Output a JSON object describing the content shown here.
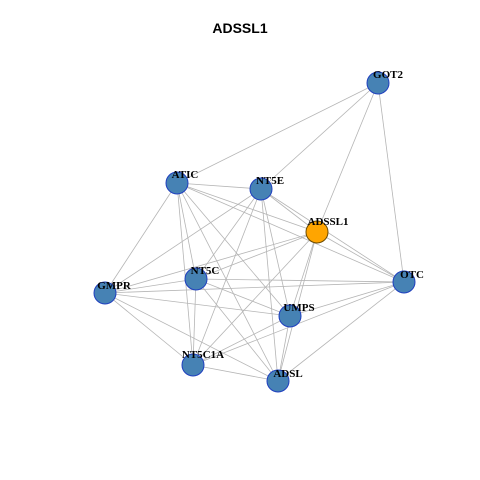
{
  "title": "ADSSL1",
  "colors": {
    "node_default_fill": "#4682B4",
    "node_default_stroke": "#1f3fbf",
    "node_focus_fill": "#FFA500",
    "node_focus_stroke": "#6b4a00",
    "edge": "#b5b5b5"
  },
  "nodes": [
    {
      "id": "GOT2",
      "label": "GOT2",
      "focus": false
    },
    {
      "id": "ATIC",
      "label": "ATIC",
      "focus": false
    },
    {
      "id": "NT5E",
      "label": "NT5E",
      "focus": false
    },
    {
      "id": "ADSSL1",
      "label": "ADSSL1",
      "focus": true
    },
    {
      "id": "OTC",
      "label": "OTC",
      "focus": false
    },
    {
      "id": "GMPR",
      "label": "GMPR",
      "focus": false
    },
    {
      "id": "NT5C",
      "label": "NT5C",
      "focus": false
    },
    {
      "id": "UMPS",
      "label": "UMPS",
      "focus": false
    },
    {
      "id": "NT5C1A",
      "label": "NT5C1A",
      "focus": false
    },
    {
      "id": "ADSL",
      "label": "ADSL",
      "focus": false
    }
  ],
  "edges": [
    [
      "GOT2",
      "ATIC"
    ],
    [
      "GOT2",
      "NT5E"
    ],
    [
      "GOT2",
      "ADSSL1"
    ],
    [
      "GOT2",
      "OTC"
    ],
    [
      "ATIC",
      "NT5E"
    ],
    [
      "ATIC",
      "ADSSL1"
    ],
    [
      "ATIC",
      "GMPR"
    ],
    [
      "ATIC",
      "NT5C"
    ],
    [
      "ATIC",
      "UMPS"
    ],
    [
      "ATIC",
      "NT5C1A"
    ],
    [
      "ATIC",
      "ADSL"
    ],
    [
      "ATIC",
      "OTC"
    ],
    [
      "NT5E",
      "ADSSL1"
    ],
    [
      "NT5E",
      "GMPR"
    ],
    [
      "NT5E",
      "NT5C"
    ],
    [
      "NT5E",
      "UMPS"
    ],
    [
      "NT5E",
      "NT5C1A"
    ],
    [
      "NT5E",
      "ADSL"
    ],
    [
      "NT5E",
      "OTC"
    ],
    [
      "ADSSL1",
      "OTC"
    ],
    [
      "ADSSL1",
      "NT5C"
    ],
    [
      "ADSSL1",
      "GMPR"
    ],
    [
      "ADSSL1",
      "UMPS"
    ],
    [
      "ADSSL1",
      "NT5C1A"
    ],
    [
      "ADSSL1",
      "ADSL"
    ],
    [
      "OTC",
      "NT5C"
    ],
    [
      "OTC",
      "UMPS"
    ],
    [
      "OTC",
      "ADSL"
    ],
    [
      "OTC",
      "NT5C1A"
    ],
    [
      "OTC",
      "GMPR"
    ],
    [
      "GMPR",
      "NT5C"
    ],
    [
      "GMPR",
      "UMPS"
    ],
    [
      "GMPR",
      "NT5C1A"
    ],
    [
      "GMPR",
      "ADSL"
    ],
    [
      "NT5C",
      "UMPS"
    ],
    [
      "NT5C",
      "NT5C1A"
    ],
    [
      "NT5C",
      "ADSL"
    ],
    [
      "UMPS",
      "NT5C1A"
    ],
    [
      "UMPS",
      "ADSL"
    ],
    [
      "NT5C1A",
      "ADSL"
    ]
  ]
}
